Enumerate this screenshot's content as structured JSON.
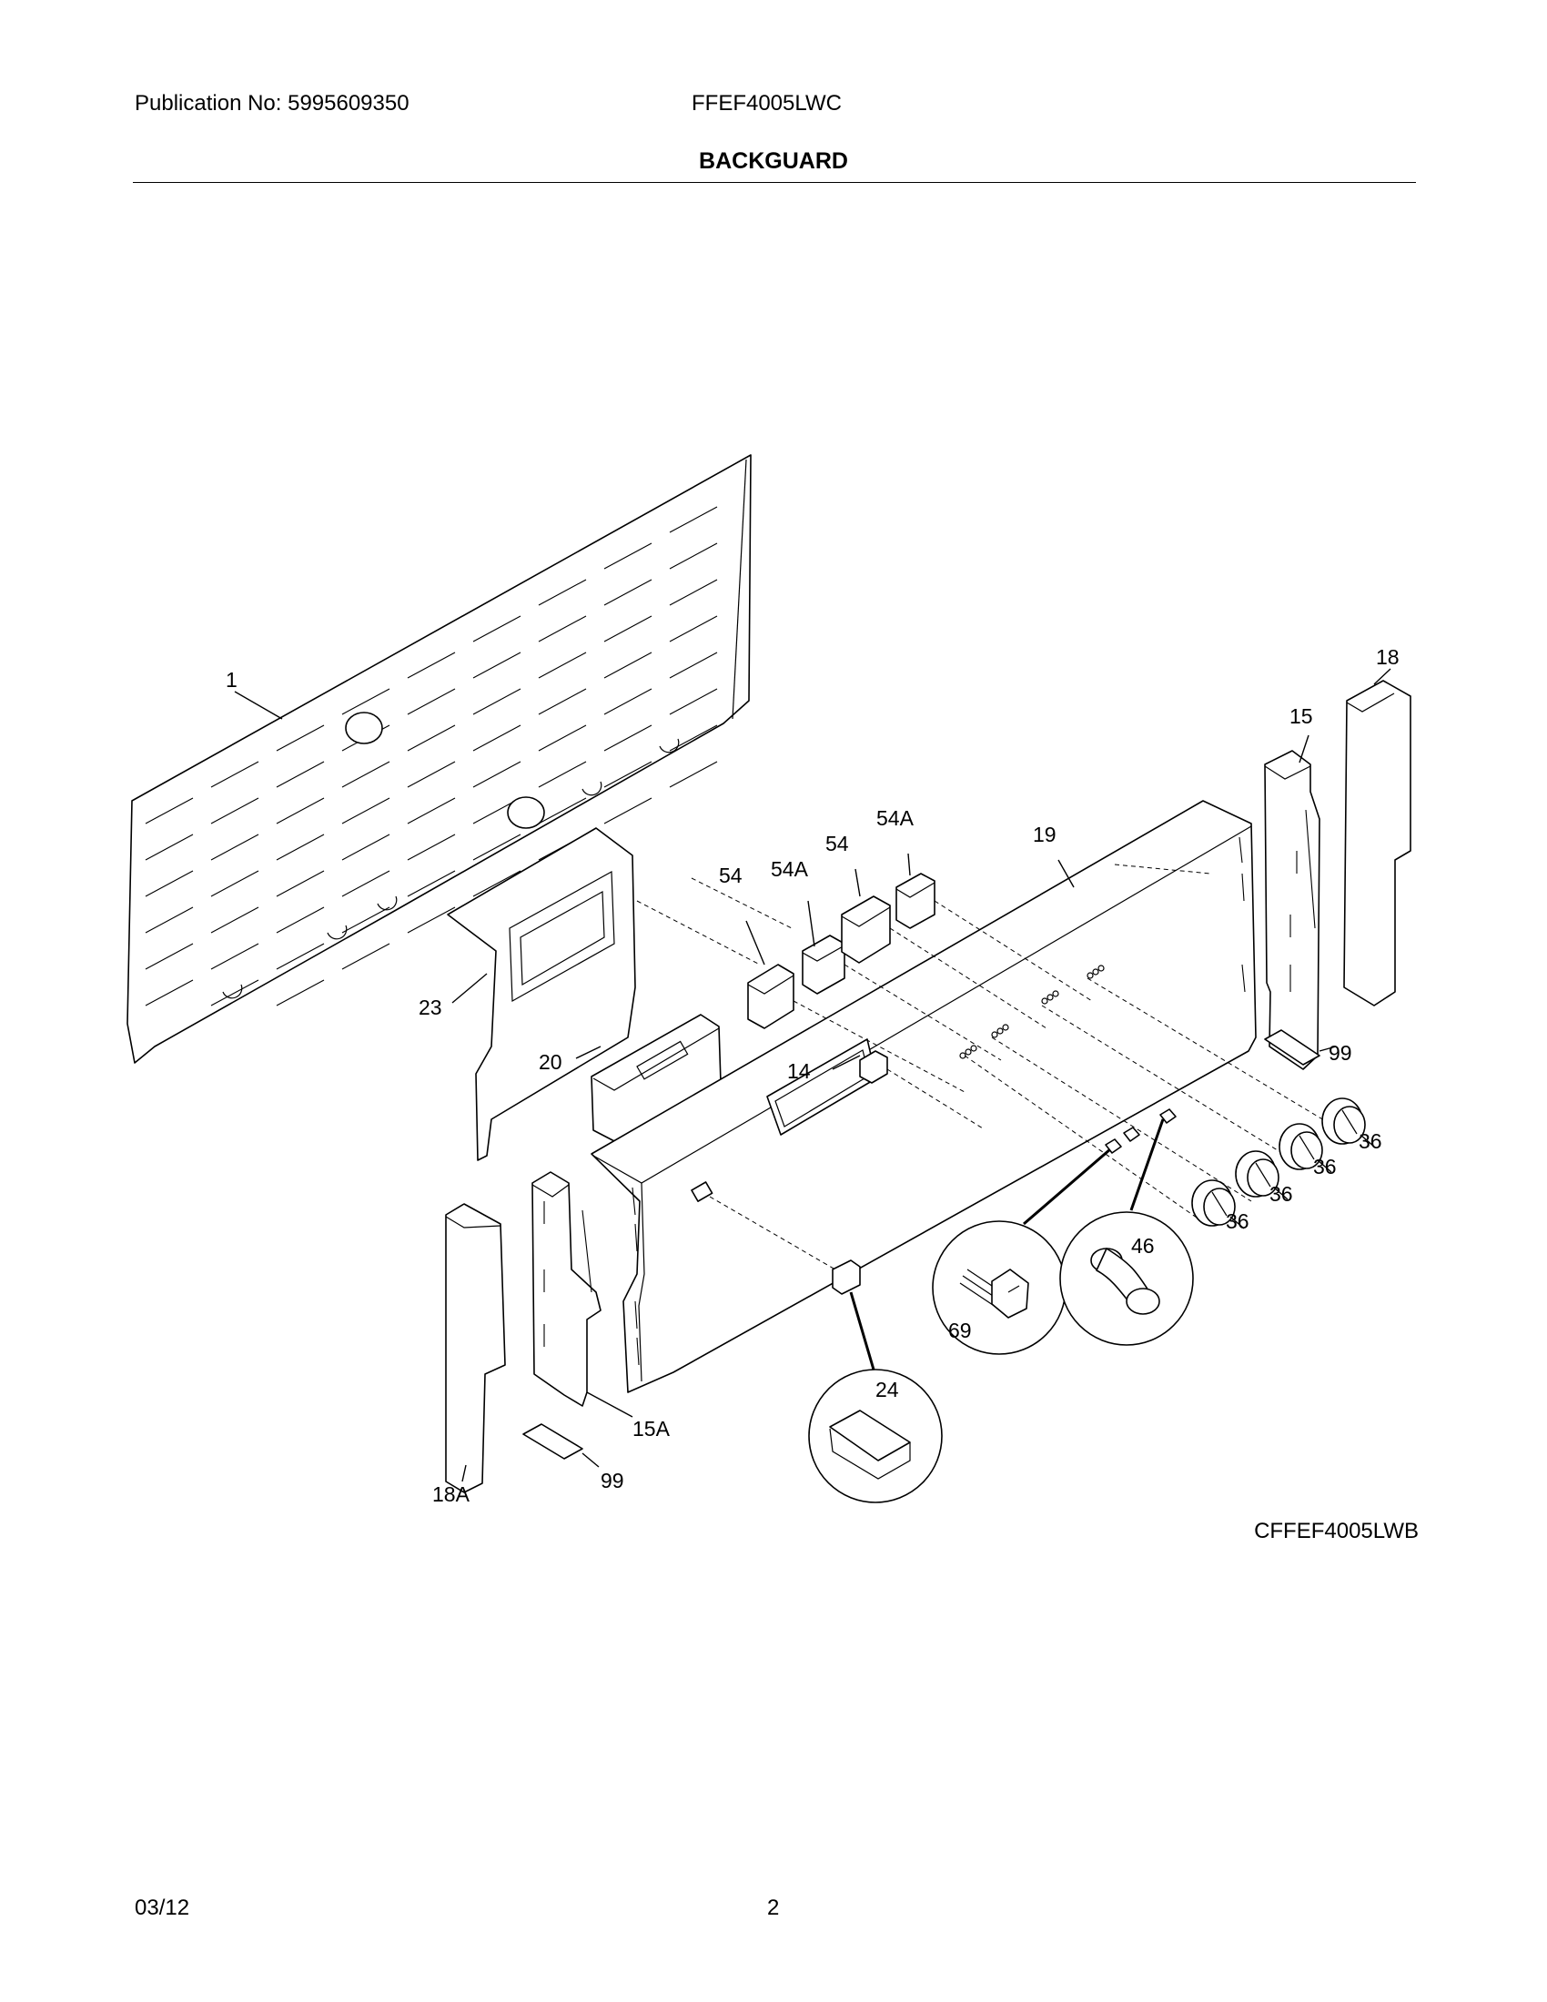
{
  "header": {
    "publication": "Publication No: 5995609350",
    "model": "FFEF4005LWC",
    "title": "BACKGUARD"
  },
  "callouts": {
    "c1": "1",
    "c14": "14",
    "c15": "15",
    "c15a": "15A",
    "c18": "18",
    "c18a": "18A",
    "c19": "19",
    "c20": "20",
    "c23": "23",
    "c24": "24",
    "c36a": "36",
    "c36b": "36",
    "c36c": "36",
    "c36d": "36",
    "c46": "46",
    "c54a": "54",
    "c54b": "54",
    "c54c": "54A",
    "c54d": "54A",
    "c69": "69",
    "c99a": "99",
    "c99b": "99"
  },
  "footer": {
    "drawing_code": "CFFEF4005LWB",
    "date": "03/12",
    "page": "2"
  }
}
